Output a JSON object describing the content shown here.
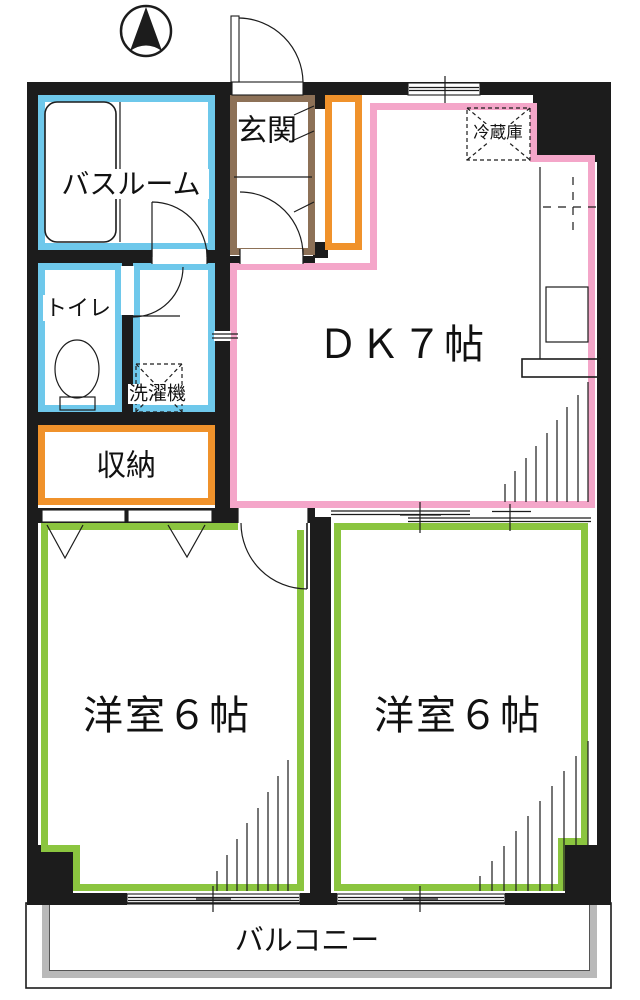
{
  "plan": {
    "rooms": {
      "bathroom": {
        "label": "バスルーム"
      },
      "toilet": {
        "label": "トイレ"
      },
      "washer": {
        "label": "洗濯機"
      },
      "storage": {
        "label": "収納"
      },
      "entrance": {
        "label": "玄関"
      },
      "dining_kitchen": {
        "label": "ＤＫ７帖"
      },
      "refrigerator": {
        "label": "冷蔵庫"
      },
      "bedroom_left": {
        "label": "洋室６帖"
      },
      "bedroom_right": {
        "label": "洋室６帖"
      },
      "balcony": {
        "label": "バルコニー"
      }
    }
  },
  "colors": {
    "wall": "#1c1c1c",
    "pink": "#F4A6C9",
    "green": "#8BC53F",
    "cyan": "#6EC8EB",
    "orange": "#F0922B",
    "brown": "#8D7157",
    "gray": "#b9b9b9",
    "text": "#111111"
  }
}
